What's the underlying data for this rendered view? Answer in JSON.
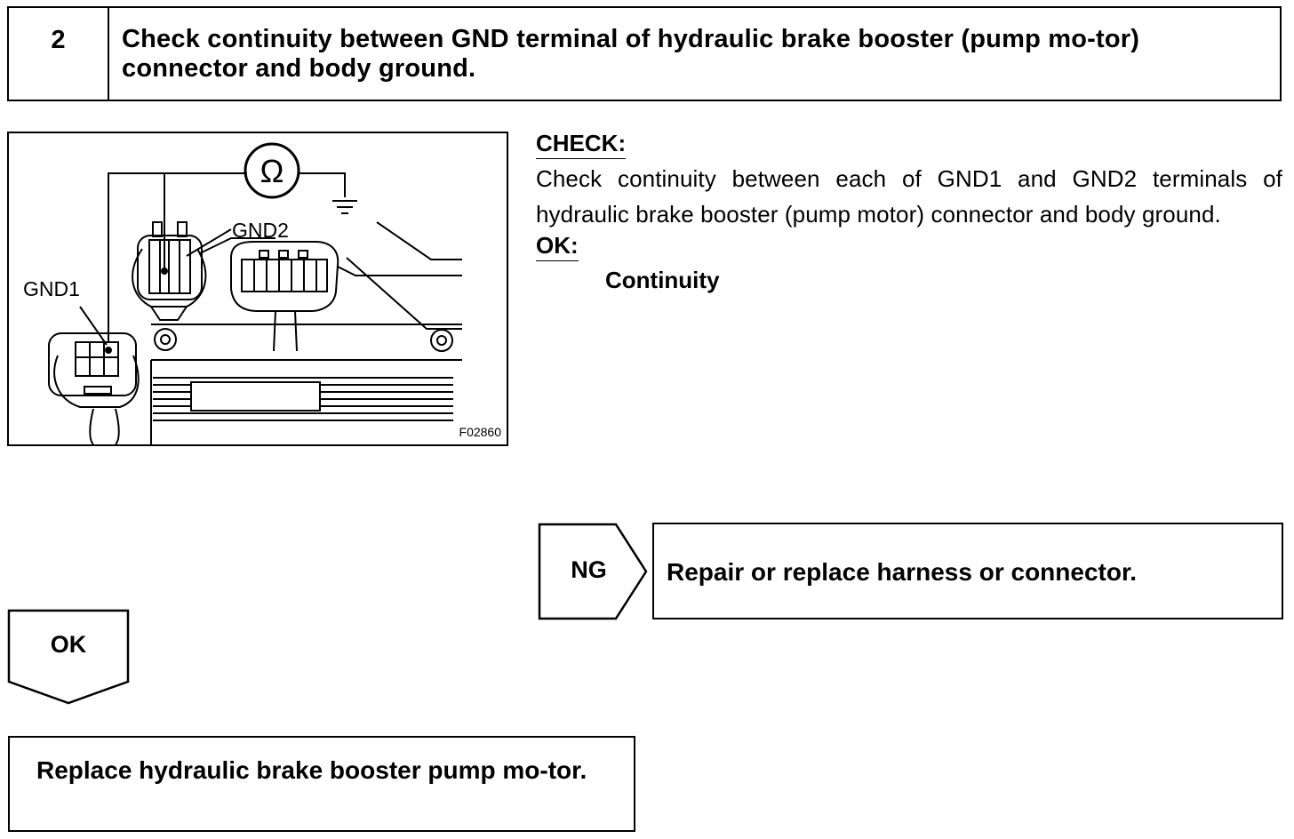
{
  "step": {
    "number": "2",
    "title": "Check continuity between GND terminal of hydraulic brake booster (pump mo-tor) connector and body ground."
  },
  "figure": {
    "labels": {
      "gnd1": "GND1",
      "gnd2": "GND2",
      "ohm_symbol": "Ω"
    },
    "code": "F02860",
    "icons": [
      "ohmmeter-icon",
      "ground-symbol-icon",
      "connector-icon"
    ]
  },
  "check": {
    "heading": "CHECK:",
    "text": "Check continuity between each of GND1 and GND2 terminals of hydraulic brake booster (pump motor) connector and body ground.",
    "ok_heading": "OK:",
    "ok_value": "Continuity"
  },
  "ng_branch": {
    "label": "NG",
    "action": "Repair or replace harness or connector."
  },
  "ok_branch": {
    "label": "OK",
    "action": "Replace hydraulic brake booster pump mo-tor."
  }
}
